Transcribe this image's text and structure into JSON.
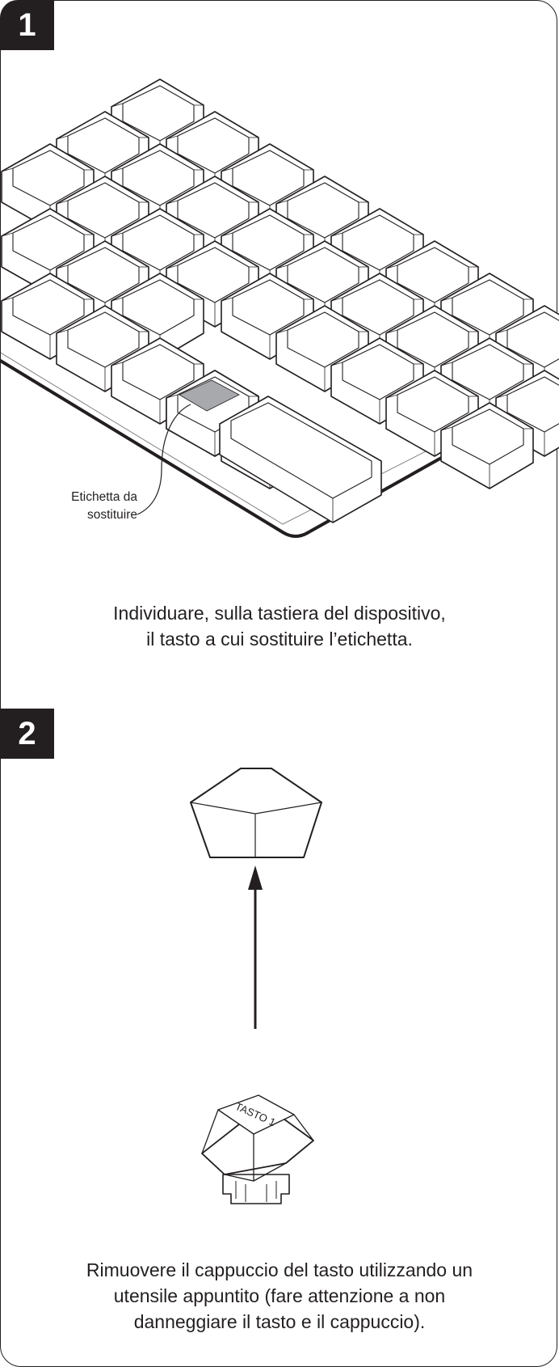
{
  "steps": [
    {
      "number": "1",
      "illustration": "keyboard-with-highlighted-key",
      "callout": {
        "lines": [
          "Etichetta da",
          "sostituire"
        ]
      },
      "caption": [
        "Individuare, sulla tastiera del dispositivo,",
        "il tasto a cui sostituire l’etichetta."
      ]
    },
    {
      "number": "2",
      "illustration": "keycap-removal",
      "key_label": "TASTO 1",
      "caption": [
        "Rimuovere il cappuccio del tasto utilizzando un",
        "utensile appuntito (fare attenzione a non",
        "danneggiare il tasto e il cappuccio)."
      ]
    }
  ],
  "colors": {
    "ink": "#231f20",
    "highlight_label": "#a7a9ac",
    "background": "#ffffff"
  }
}
